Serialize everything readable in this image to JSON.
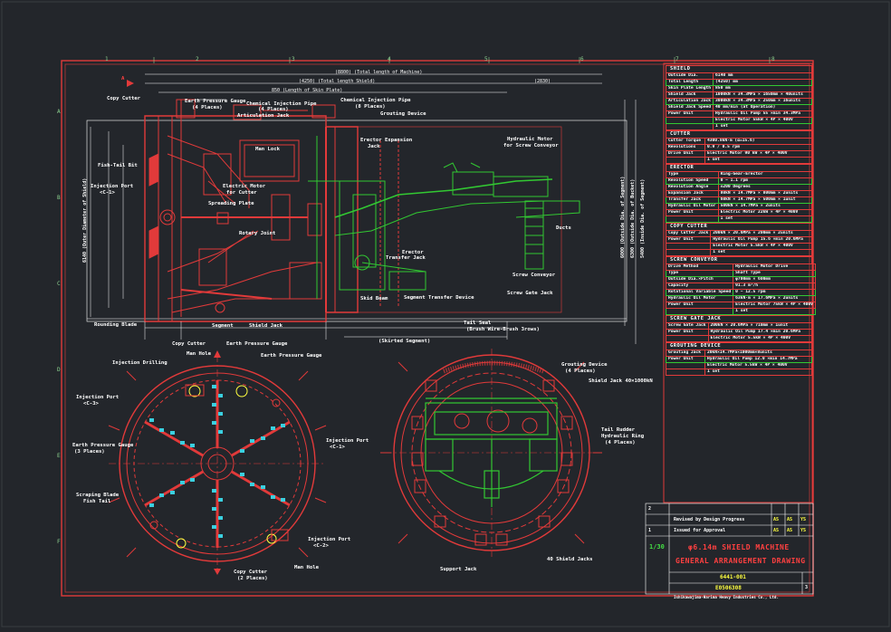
{
  "drawing": {
    "title_line1": "φ6.14m SHIELD MACHINE",
    "title_line2": "GENERAL ARRANGEMENT DRAWING",
    "scale": "1/30",
    "drawing_no": "6441-001",
    "code": "E0506308",
    "sheet": "3",
    "company": "Ishikawajima-Harima Heavy Industries Co., Ltd.",
    "rev_rows": [
      {
        "mark": "2",
        "text": "Revised by Design Progress",
        "a": "AS",
        "b": "AS",
        "c": "YS"
      },
      {
        "mark": "1",
        "text": "Issued for Approval",
        "a": "AS",
        "b": "AS",
        "c": "YS"
      }
    ]
  },
  "side_view": {
    "top_dims": [
      "(8800) (Total length of Machine)",
      "(4250) (Total length Shield)",
      "(2830)",
      "850 (Length of Skin Plate)"
    ],
    "left_labels": [
      "Copy Cutter",
      "Fish-Tail Bit",
      "Injection Port",
      "<C-1>",
      "Rounding Blade"
    ],
    "top_labels": [
      "Earth Pressure Gauge",
      "(4 Places)",
      "Chemical Injection Pipe",
      "(4 Places)",
      "Articulation Jack",
      "Chemical Injection Pipe",
      "(8 Places)",
      "Grouting Device"
    ],
    "middle_labels": [
      "Man Lock",
      "Electric Motor",
      "for Cutter",
      "Hydraulic Motor",
      "for Screw Conveyor",
      "Erector Expansion",
      "Jack",
      "Spreading Plate",
      "Rotary Joint",
      "Erector",
      "Transfer Jack",
      "Screw Conveyor",
      "Screw Gate Jack",
      "Ducts"
    ],
    "bottom_labels": [
      "Segment",
      "Shield Jack",
      "Copy Cutter",
      "Earth Pressure Gauge",
      "Skid Beam",
      "Segment Transfer Device",
      "Tail Seal",
      "(Brush Wire-Brush 3rows)",
      "(Skirted Segment)"
    ],
    "vertical_labels": [
      "6140 (Outer Diameter of Shield)",
      "6000 (Outside Dia. of Segment)",
      "6300 (Outside Dia. of Bucket)",
      "5400 (Inside Dia. of Segment)"
    ]
  },
  "front_view": {
    "labels": [
      "Man Hole",
      "Injection Drilling",
      "Earth Pressure Gauge",
      "Injection Port",
      "<C-3>",
      "Earth Pressure Gauge",
      "(3 Places)",
      "Injection Port",
      "<C-1>",
      "Scraping Blade",
      "Fish Tail",
      "Injection Port",
      "<C-2>",
      "Copy Cutter",
      "(2 Places)",
      "Man Hole"
    ],
    "section_mark": "A"
  },
  "rear_view": {
    "labels": [
      "Grouting Device",
      "(4 Places)",
      "Tail Rudder",
      "Hydraulic Ring",
      "(4 Places)",
      "Support Jack",
      "40 Shield Jacks"
    ],
    "rear_dims": [
      "Shield Jack 40×1000kN"
    ]
  },
  "spec": {
    "sections": [
      {
        "head": "SHIELD",
        "rows": [
          [
            "Outside Dia.",
            "6140 mm"
          ],
          [
            "Total Length",
            "(4250) mm"
          ],
          [
            "Skin Plate Length",
            "850 mm"
          ],
          [
            "Shield Jack",
            "1000kN × 34.3MPa × 1650mm × 40units"
          ],
          [
            "Articulation Jack",
            "3000kN × 34.3MPa × 250mm × 16units"
          ],
          [
            "Shield Jack Speed",
            "40 mm/min (at Operation)"
          ],
          [
            "Power Unit",
            "Hydraulic Oil Pump 55 ×min 34.3MPa"
          ],
          [
            "",
            "Electric Motor 55kW × 4P × 400V"
          ],
          [
            "",
            "1 set"
          ]
        ]
      },
      {
        "head": "CUTTER",
        "rows": [
          [
            "Cutter Torque",
            "4300.8kN·m (α=15.6)"
          ],
          [
            "Revolutions",
            "0.9 / 0.5 rpm"
          ],
          [
            "Drive Unit",
            "Electric Motor 90 kW × 4P × 400V"
          ],
          [
            "",
            "1 set"
          ]
        ]
      },
      {
        "head": "ERECTOR",
        "rows": [
          [
            "Type",
            "Ring-Gear-Erector"
          ],
          [
            "Revolution Speed",
            "0 ~ 1.1 rpm"
          ],
          [
            "Revolution Angle",
            "±200 Degrees"
          ],
          [
            "Expansion Jack",
            "80kN × 14.7MPa × 800mm × 2units"
          ],
          [
            "Transfer Jack",
            "60kN × 14.7MPa × 500mm × 1unit"
          ],
          [
            "Hydraulic Oil Motor",
            "500kN × 14.7MPa × 2units"
          ],
          [
            "Power Unit",
            "Electric Motor 22kW × 4P × 400V"
          ],
          [
            "",
            "1 set"
          ]
        ]
      },
      {
        "head": "COPY CUTTER",
        "rows": [
          [
            "Copy Cutter Jack",
            "200kN × 20.6MPa × 200mm × 2units"
          ],
          [
            "Power Unit",
            "Hydraulic Oil Pump 15.6 ×min 20.6MPa"
          ],
          [
            "",
            "Electric Motor 5.5kW × 4P × 400V"
          ],
          [
            "",
            "1 set"
          ]
        ]
      },
      {
        "head": "SCREW CONVEYOR",
        "rows": [
          [
            "Drive Method",
            "Hydraulic Motor Drive"
          ],
          [
            "Type",
            "Shaft Type"
          ],
          [
            "Outside Dia.×Pitch",
            "φ700mm × 600mm"
          ],
          [
            "Capacity",
            "91.3 m³/h"
          ],
          [
            "Rotational Variable Speed",
            "0 ~ 12.5 rpm"
          ],
          [
            "Hydraulic Oil Motor",
            "63kN·m × 17.6MPa × 2units"
          ],
          [
            "Power Unit",
            "Electric Motor 75kW × 4P × 400V"
          ],
          [
            "",
            "1 set"
          ]
        ]
      },
      {
        "head": "SCREW GATE JACK",
        "rows": [
          [
            "Screw Gate Jack",
            "200kN × 20.6MPa × 710mm × 1unit"
          ],
          [
            "Power Unit",
            "Hydraulic Oil Pump 17.4 ×min 20.6MPa"
          ],
          [
            "",
            "Electric Motor 5.5kW × 4P × 400V"
          ]
        ]
      },
      {
        "head": "GROUTING DEVICE",
        "rows": [
          [
            "Grouting Jack",
            "20kN×14.7MPa×1000mm×8units"
          ],
          [
            "Power Unit",
            "Hydraulic Oil Pump 12.0 ×min 14.7MPa"
          ],
          [
            "",
            "Electric Motor 5.5kW × 4P × 400V"
          ],
          [
            "",
            "1 set"
          ]
        ]
      }
    ]
  },
  "grid": {
    "top": [
      "1",
      "2",
      "3",
      "4",
      "5",
      "6",
      "7",
      "8"
    ],
    "left": [
      "A",
      "B",
      "C",
      "D",
      "E",
      "F"
    ]
  }
}
